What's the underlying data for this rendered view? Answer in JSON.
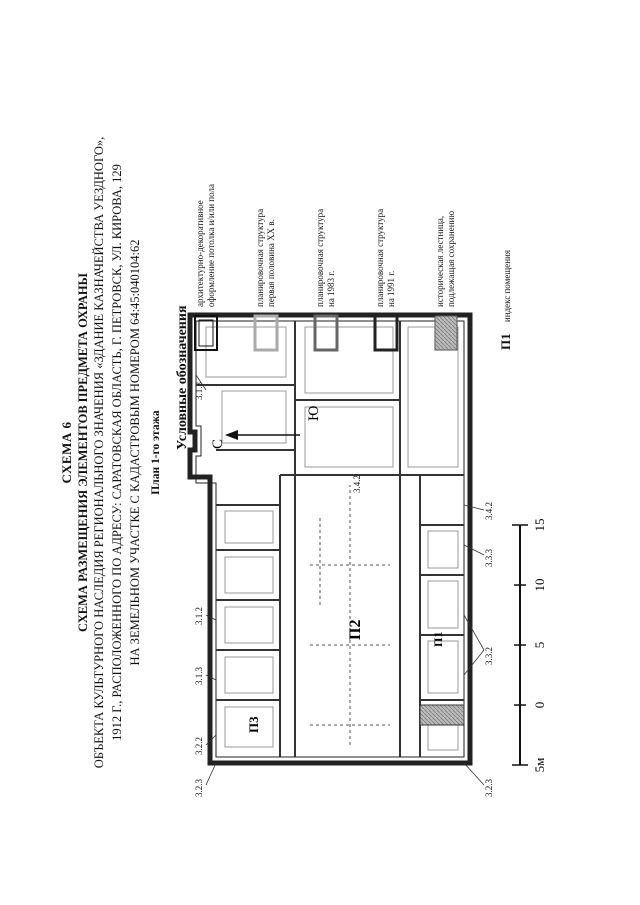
{
  "header": {
    "scheme_number": "СХЕМА 6",
    "scheme_title": "СХЕМА РАЗМЕЩЕНИЯ ЭЛЕМЕНТОВ ПРЕДМЕТА ОХРАНЫ",
    "object_line": "ОБЪЕКТА КУЛЬТУРНОГО НАСЛЕДИЯ РЕГИОНАЛЬНОГО ЗНАЧЕНИЯ «ЗДАНИЕ КАЗНАЧЕЙСТВА УЕЗДНОГО»,",
    "address_line": "1912 Г., РАСПОЛОЖЕННОГО ПО АДРЕСУ: САРАТОВСКАЯ ОБЛАСТЬ, Г. ПЕТРОВСК, УЛ. КИРОВА, 129",
    "cadastre_line": "НА ЗЕМЕЛЬНОМ УЧАСТКЕ С КАДАСТРОВЫМ НОМЕРОМ 64:45:040104:62",
    "plan_title": "План 1-го этажа"
  },
  "plan": {
    "compass": {
      "north": "С",
      "south": "Ю"
    },
    "rooms": [
      "П1",
      "П2",
      "П3"
    ],
    "callouts": [
      "3.2.3",
      "3.2.2",
      "3.2.3",
      "3.3.2",
      "3.3.3",
      "3.4.2",
      "3.4.2",
      "3.1.3",
      "3.1.2",
      "3.1.3"
    ],
    "scale": {
      "ticks": [
        "5м",
        "0",
        "5",
        "10",
        "15"
      ]
    }
  },
  "legend": {
    "title": "Условные обозначения",
    "items": [
      {
        "text1": "архитектурно-декоративное",
        "text2": "оформление потолка и/или пола"
      },
      {
        "text1": "планировочная структура",
        "text2": "первая половина XX в."
      },
      {
        "text1": "планировочная структура",
        "text2": "на 1983 г."
      },
      {
        "text1": "планировочная структура",
        "text2": "на 1991 г."
      },
      {
        "text1": "историческая лестница,",
        "text2": "подлежащая сохранению"
      }
    ],
    "index_symbol": "П1",
    "index_text": "индекс помещения"
  }
}
